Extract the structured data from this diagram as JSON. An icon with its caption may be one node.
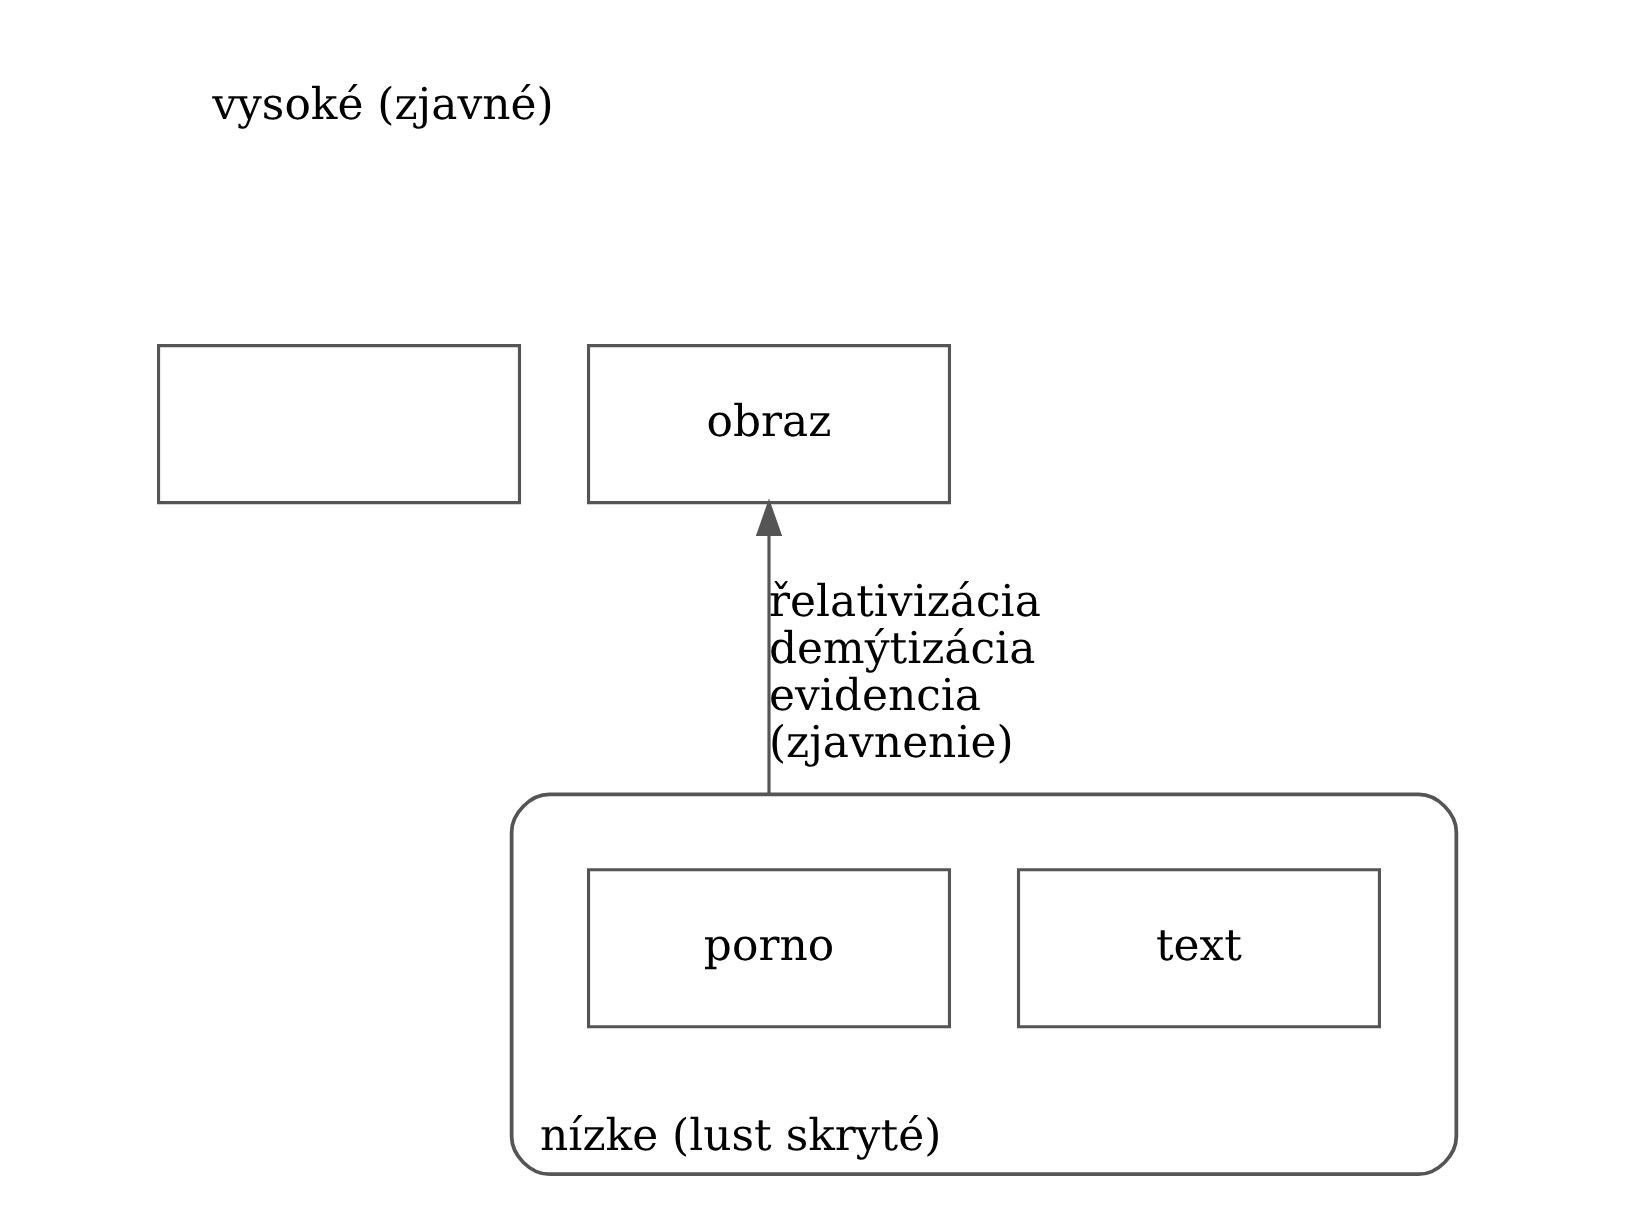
{
  "diagram": {
    "nodes": [
      {
        "text": [],
        "shape": "box"
      },
      {
        "text": [
          "obraz"
        ]
      },
      {
        "text": [
          "nízke (lust skryté)"
        ]
      },
      {
        "text": [
          "porno"
        ],
        "in": 2
      },
      {
        "text": [
          "text"
        ],
        "in": 2
      }
    ],
    "edges": [
      {
        "from": 2,
        "to": 1,
        "arrow": "to",
        "label": "řelativizácia demýtizácia evidencia (zjavnenie)"
      }
    ],
    "labels": [
      "vysoké (zjavné)"
    ]
  }
}
